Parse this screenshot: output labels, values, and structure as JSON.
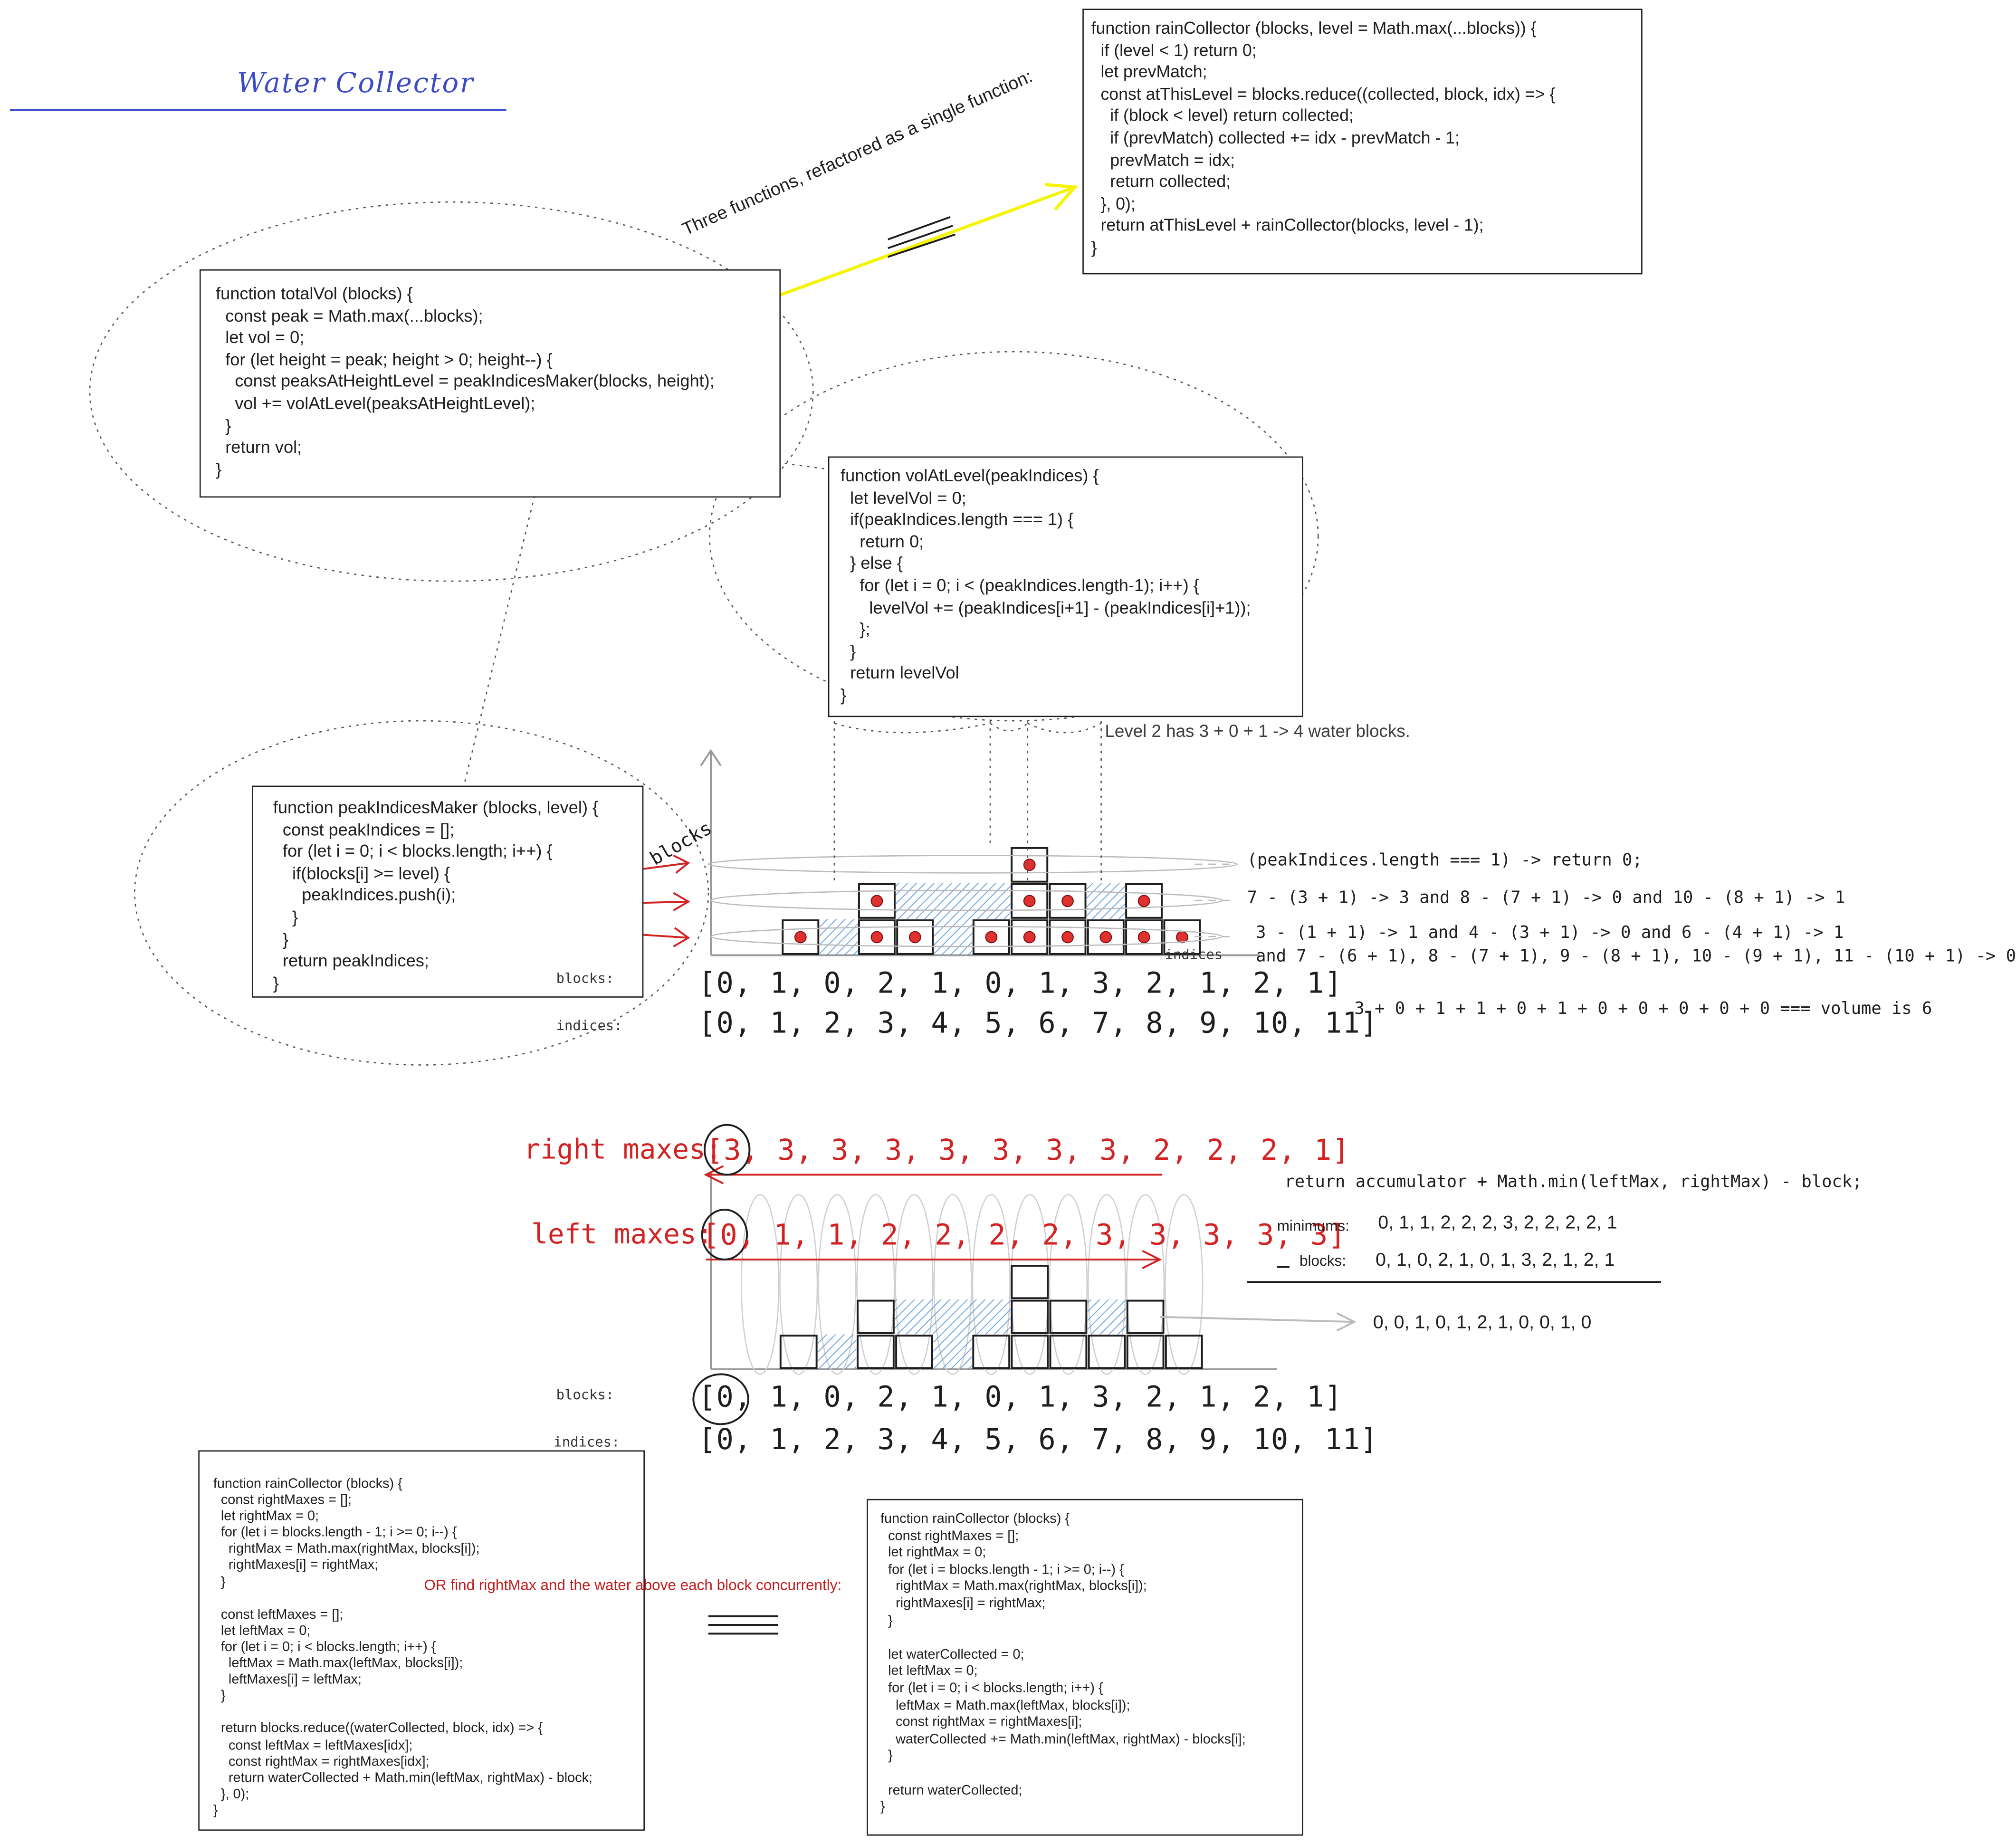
{
  "title": "Water Collector",
  "annotation_refactor": "Three functions, refactored as a single function:",
  "code": {
    "rain_collector_recursive": "function rainCollector (blocks, level = Math.max(...blocks)) {\n  if (level < 1) return 0;\n  let prevMatch;\n  const atThisLevel = blocks.reduce((collected, block, idx) => {\n    if (block < level) return collected;\n    if (prevMatch) collected += idx - prevMatch - 1;\n    prevMatch = idx;\n    return collected;\n  }, 0);\n  return atThisLevel + rainCollector(blocks, level - 1);\n}",
    "total_vol": "function totalVol (blocks) {\n  const peak = Math.max(...blocks);\n  let vol = 0;\n  for (let height = peak; height > 0; height--) {\n    const peaksAtHeightLevel = peakIndicesMaker(blocks, height);\n    vol += volAtLevel(peaksAtHeightLevel);\n  }\n  return vol;\n}",
    "vol_at_level": "function volAtLevel(peakIndices) {\n  let levelVol = 0;\n  if(peakIndices.length === 1) {\n    return 0;\n  } else {\n    for (let i = 0; i < (peakIndices.length-1); i++) {\n      levelVol += (peakIndices[i+1] - (peakIndices[i]+1));\n    };\n  }\n  return levelVol\n}",
    "peak_indices_maker": "function peakIndicesMaker (blocks, level) {\n  const peakIndices = [];\n  for (let i = 0; i < blocks.length; i++) {\n    if(blocks[i] >= level) {\n      peakIndices.push(i);\n    }\n  }\n  return peakIndices;\n}",
    "rain_collector_arrays": "function rainCollector (blocks) {\n  const rightMaxes = [];\n  let rightMax = 0;\n  for (let i = blocks.length - 1; i >= 0; i--) {\n    rightMax = Math.max(rightMax, blocks[i]);\n    rightMaxes[i] = rightMax;\n  }\n\n  const leftMaxes = [];\n  let leftMax = 0;\n  for (let i = 0; i < blocks.length; i++) {\n    leftMax = Math.max(leftMax, blocks[i]);\n    leftMaxes[i] = leftMax;\n  }\n\n  return blocks.reduce((waterCollected, block, idx) => {\n    const leftMax = leftMaxes[idx];\n    const rightMax = rightMaxes[idx];\n    return waterCollected + Math.min(leftMax, rightMax) - block;\n  }, 0);\n}",
    "rain_collector_concurrent": "function rainCollector (blocks) {\n  const rightMaxes = [];\n  let rightMax = 0;\n  for (let i = blocks.length - 1; i >= 0; i--) {\n    rightMax = Math.max(rightMax, blocks[i]);\n    rightMaxes[i] = rightMax;\n  }\n\n  let waterCollected = 0;\n  let leftMax = 0;\n  for (let i = 0; i < blocks.length; i++) {\n    leftMax = Math.max(leftMax, blocks[i]);\n    const rightMax = rightMaxes[i];\n    waterCollected += Math.min(leftMax, rightMax) - blocks[i];\n  }\n\n  return waterCollected;\n}"
  },
  "level2_note": "Level 2 has 3 + 0 + 1 -> 4 water blocks.",
  "axis_label": "blocks",
  "indices_axis_label": "indices",
  "level_notes": {
    "level3": "(peakIndices.length === 1) -> return 0;",
    "level2": "7 - (3 + 1) -> 3 and 8 - (7 + 1) -> 0 and 10 - (8 + 1) -> 1",
    "level1_a": "3 - (1 + 1) -> 1 and 4 - (3 + 1) -> 0 and 6 - (4 + 1) -> 1",
    "level1_b": "and 7 - (6 + 1), 8 - (7 + 1), 9 - (8 + 1), 10 - (9 + 1), 11 - (10 + 1) -> 0"
  },
  "volume_sum": "3 + 0 + 1 + 1 + 0 + 1 + 0 + 0 + 0 + 0 + 0 === volume is 6",
  "labels": {
    "blocks": "blocks:",
    "indices": "indices:"
  },
  "blocks_array_text": "[0, 1, 0, 2, 1, 0, 1, 3, 2, 1, 2, 1]",
  "indices_array_text": "[0, 1, 2, 3, 4, 5, 6, 7, 8, 9, 10, 11]",
  "right_maxes_label": "right maxes:",
  "right_maxes_text": "[3, 3, 3, 3, 3, 3, 3, 3, 2, 2, 2, 1]",
  "left_maxes_label": "left maxes:",
  "left_maxes_text": "[0, 1, 1, 2, 2, 2, 2, 3, 3, 3, 3, 3]",
  "reduce_formula": "return accumulator + Math.min(leftMax, rightMax) - block;",
  "minimums_label": "minimums:",
  "minimums_values": "0, 1, 1, 2, 2, 2, 3, 2, 2, 2, 2, 1",
  "minus_blocks_label": "blocks:",
  "minus_blocks_values": "0, 1, 0, 2, 1, 0, 1, 3, 2, 1, 2, 1",
  "water_result": "0, 0, 1, 0, 1, 2, 1, 0, 0, 1, 0",
  "concurrent_note": "OR find rightMax and the water above each block concurrently:",
  "chart_data": {
    "type": "bar",
    "categories": [
      0,
      1,
      2,
      3,
      4,
      5,
      6,
      7,
      8,
      9,
      10,
      11
    ],
    "series": [
      {
        "name": "blocks",
        "values": [
          0,
          1,
          0,
          2,
          1,
          0,
          1,
          3,
          2,
          1,
          2,
          1
        ]
      },
      {
        "name": "water",
        "values": [
          0,
          0,
          1,
          0,
          1,
          2,
          1,
          0,
          0,
          1,
          0,
          0
        ]
      }
    ],
    "xlabel": "indices",
    "ylabel": "blocks",
    "ylim": [
      0,
      3
    ],
    "colors": {
      "block": "#1e1e1e",
      "water": "#4a90d9",
      "peak_dot": "#e03131",
      "arrow": "#d22222",
      "highlight": "#f5f500"
    }
  }
}
